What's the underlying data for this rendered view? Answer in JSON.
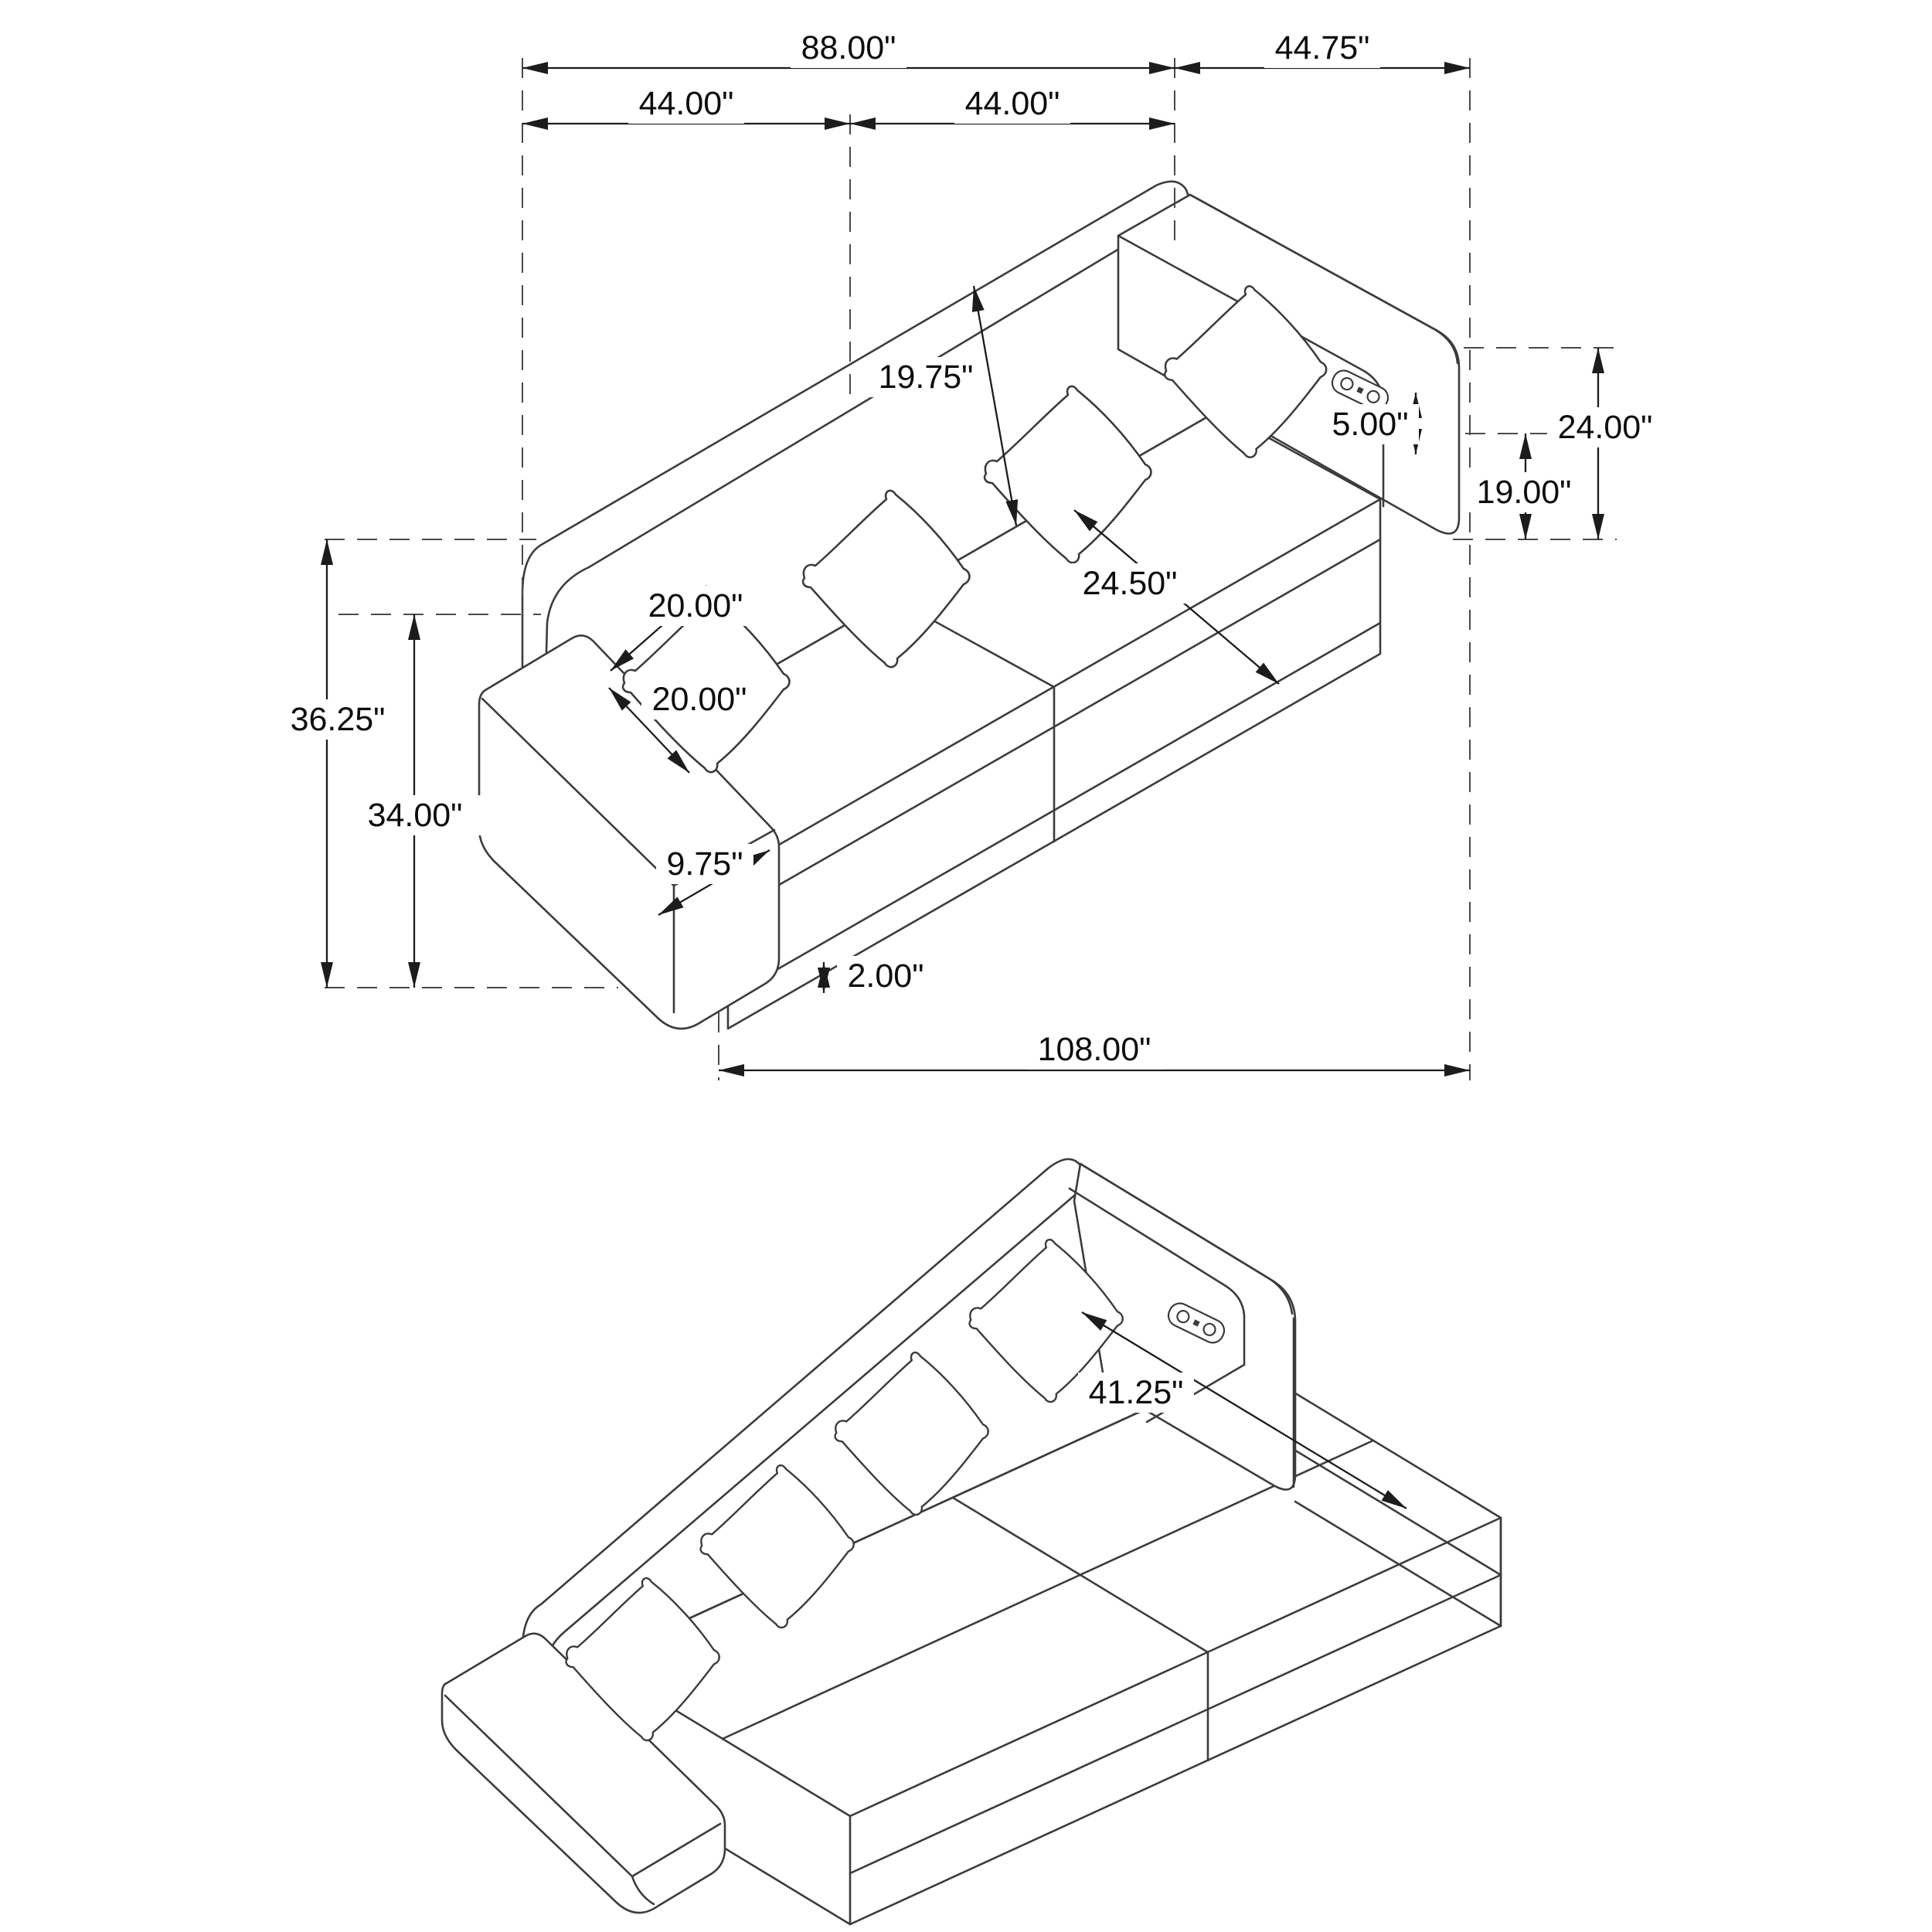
{
  "page": {
    "background": "#ffffff",
    "line_color": "#3c3c3c",
    "description": "Isometric dimension drawing of a sofa sleeper, sofa configuration above and pulled-out bed configuration below"
  },
  "top_view": {
    "name": "sofa-configuration",
    "labels": {
      "overall_width": "88.00\"",
      "right_depth": "44.75\"",
      "left_section_width": "44.00\"",
      "right_section_width": "44.00\"",
      "back_cushion_length": "19.75\"",
      "arm_above_seat": "5.00\"",
      "seat_depth": "24.50\"",
      "arm_height": "24.00\"",
      "seat_height": "19.00\"",
      "overall_height": "36.25\"",
      "back_height": "34.00\"",
      "pillow_width": "20.00\"",
      "pillow_height": "20.00\"",
      "arm_width": "9.75\"",
      "base_height": "2.00\"",
      "overall_length": "108.00\""
    }
  },
  "bed_view": {
    "name": "sleeper-configuration",
    "labels": {
      "pullout_width": "41.25\""
    }
  },
  "icons": {
    "usb_panel": "usb-charging-panel"
  }
}
